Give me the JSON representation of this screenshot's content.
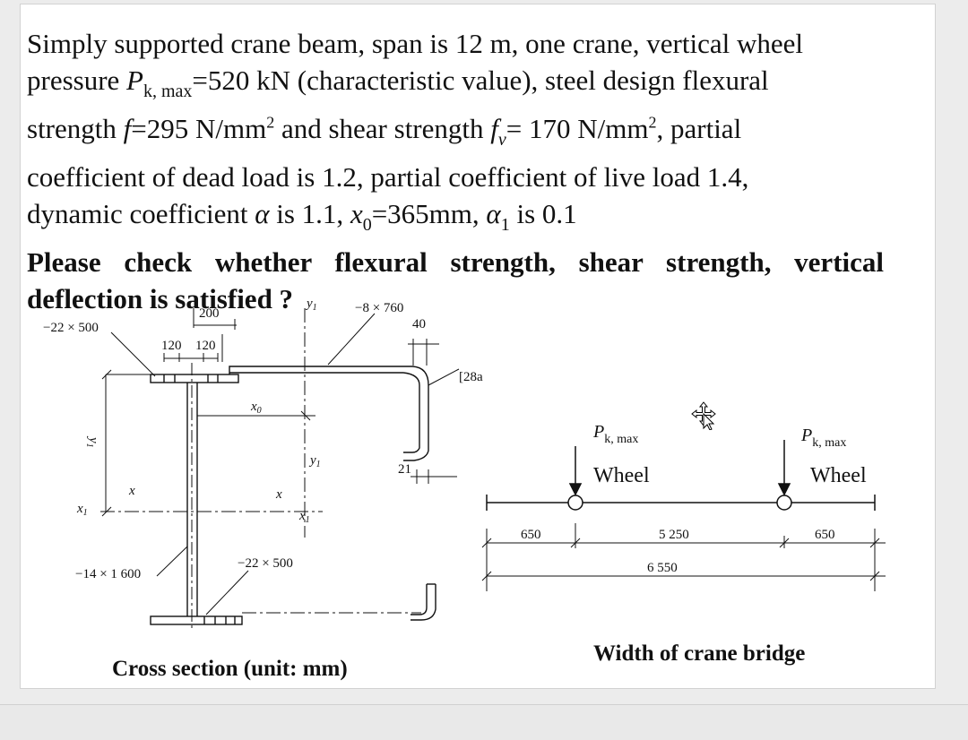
{
  "problem": {
    "line1": "Simply supported crane beam, span is 12 m, one crane, vertical wheel",
    "l2_a": "pressure ",
    "l2_P": "P",
    "l2_sub": "k, max",
    "l2_b": "=520 kN (characteristic value), steel design flexural",
    "l3_a": "strength ",
    "l3_f": "f",
    "l3_b": "=295 N/mm",
    "l3_sup": "2",
    "l3_c": " and shear strength ",
    "l3_f2": "f",
    "l3_sub": "v",
    "l3_d": "= 170 N/mm",
    "l3_sup2": "2",
    "l3_e": ", partial",
    "line4": "coefficient of dead load is 1.2, partial coefficient of live load 1.4,",
    "l5_a": "dynamic coefficient ",
    "l5_alpha": "α",
    "l5_b": " is 1.1, ",
    "l5_x": "x",
    "l5_sub0": "0",
    "l5_c": "=365mm, ",
    "l5_alpha1": "α",
    "l5_sub1": "1",
    "l5_d": " is 0.1",
    "question": "Please check whether flexural strength, shear strength, vertical deflection is satisfied ?"
  },
  "cross_section": {
    "top_flange_label": "−22 × 500",
    "dim_200": "200",
    "dim_120a": "120",
    "dim_120b": "120",
    "y1_top": "y",
    "y1_top_sub": "1",
    "plate_label": "−8 × 760",
    "dim_40": "40",
    "channel_label": "[28a",
    "x0_label": "x",
    "x0_sub": "0",
    "y1_mid": "y",
    "y1_mid_sub": "1",
    "y1_left": "y",
    "y1_left_sub": "1",
    "dim_21": "21",
    "x_left": "x",
    "x_right": "x",
    "x1_left": "x",
    "x1_left_sub": "1",
    "x1_right": "x",
    "x1_right_sub": "1",
    "web_label": "−14 × 1 600",
    "bottom_flange_label": "−22 × 500",
    "caption": "Cross section (unit: mm)"
  },
  "bridge": {
    "p_left": "P",
    "p_left_sub": "k, max",
    "wheel_left": "Wheel",
    "p_right": "P",
    "p_right_sub": "k, max",
    "wheel_right": "Wheel",
    "dim_650_left": "650",
    "dim_5250": "5 250",
    "dim_650_right": "650",
    "dim_6550": "6 550",
    "caption": "Width of crane bridge"
  }
}
